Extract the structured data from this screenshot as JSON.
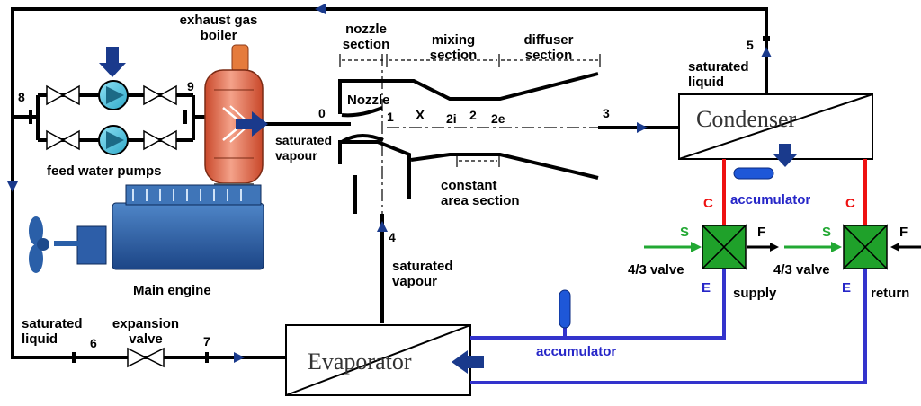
{
  "labels": {
    "exhaust_gas_boiler": "exhaust gas\nboiler",
    "feed_water_pumps": "feed water pumps",
    "main_engine": "Main engine",
    "nozzle_section": "nozzle\nsection",
    "mixing_section": "mixing\nsection",
    "diffuser_section": "diffuser\nsection",
    "nozzle": "Nozzle",
    "x": "X",
    "constant_area_section": "constant\narea section",
    "saturated_vapour_0": "saturated\nvapour",
    "saturated_vapour_4": "saturated\nvapour",
    "saturated_liquid_top": "saturated\nliquid",
    "saturated_liquid_left": "saturated\nliquid",
    "expansion_valve": "expansion\nvalve",
    "condenser": "Condenser",
    "evaporator": "Evaporator",
    "accumulator_top": "accumulator",
    "accumulator_bottom": "accumulator",
    "valve_left": "4/3 valve",
    "valve_right": "4/3 valve",
    "supply": "supply",
    "return": "return",
    "port_c": "C",
    "port_s": "S",
    "port_f": "F",
    "port_e": "E"
  },
  "state_points": {
    "p0": "0",
    "p1": "1",
    "p2i": "2i",
    "p2": "2",
    "p2e": "2e",
    "p3": "3",
    "p4": "4",
    "p5": "5",
    "p6": "6",
    "p7": "7",
    "p8": "8",
    "p9": "9"
  },
  "colors": {
    "line": "#000000",
    "hot_leg": "#ee1111",
    "cold_leg": "#3333cc",
    "supply_arrow": "#22a833",
    "flow_arrow": "#1a3a8c",
    "boiler": "#e8704f",
    "engine": "#2a5fa8"
  },
  "icons": [
    "arrow-icon",
    "gate-valve-icon",
    "pump-icon",
    "four-way-valve-icon",
    "propeller-icon",
    "accumulator-icon"
  ]
}
